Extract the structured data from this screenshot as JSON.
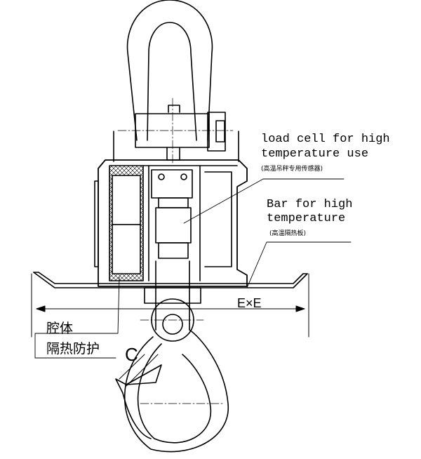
{
  "labels": {
    "load_cell_line1": "load cell for high",
    "load_cell_line2": "temperature use",
    "load_cell_cn": "(高温吊秤专用传感器)",
    "bar_line1": "Bar for high",
    "bar_line2": "temperature",
    "bar_cn": "(高温隔热板)",
    "cavity_line1": "腔体",
    "cavity_line2": "隔热防护",
    "dimension": "E×E",
    "hook_throat": "C"
  },
  "colors": {
    "ink": "#000000",
    "paper": "#ffffff"
  }
}
